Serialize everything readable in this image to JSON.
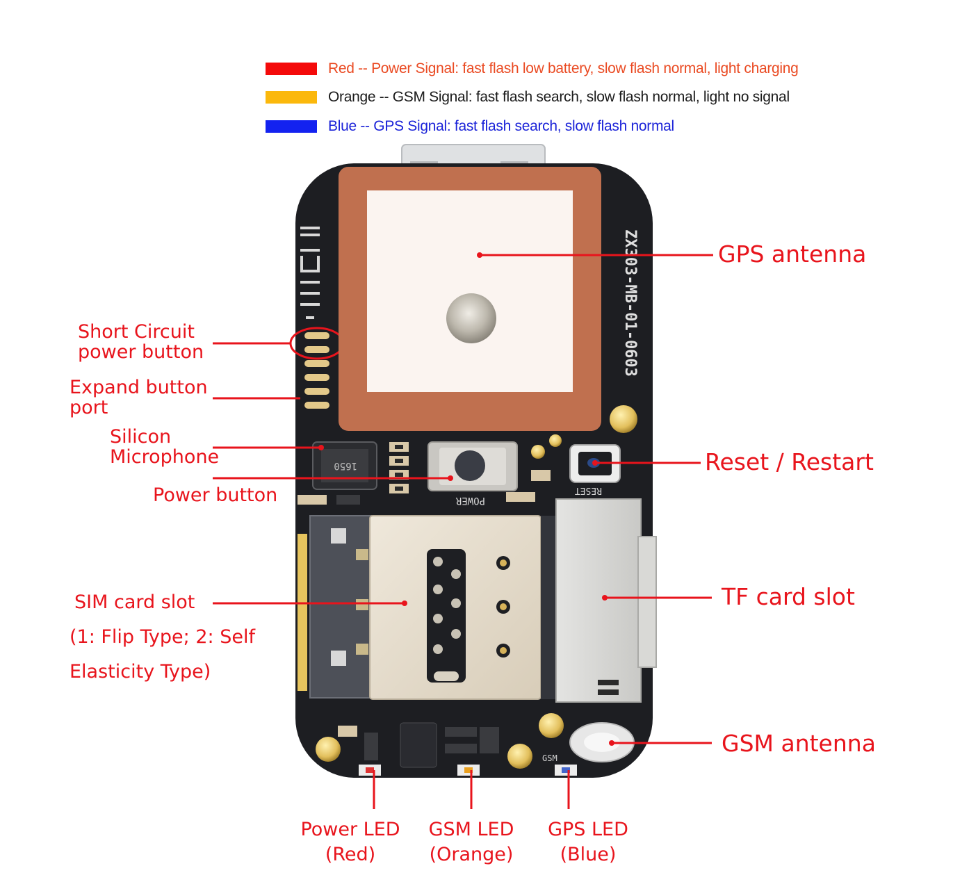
{
  "legend": [
    {
      "text": "Red -- Power Signal: fast flash low battery, slow flash normal, light charging",
      "swatch": "#f40a0a",
      "text_color": "#ea4a22"
    },
    {
      "text": "Orange -- GSM Signal: fast flash search, slow flash normal, light no signal",
      "swatch": "#fbb80c",
      "text_color": "#1a1a1a"
    },
    {
      "text": "Blue -- GPS Signal: fast flash search, slow flash normal",
      "swatch": "#1322f0",
      "text_color": "#1a22d8"
    }
  ],
  "labels": {
    "gps_antenna": "GPS antenna",
    "reset_restart": "Reset / Restart",
    "tf_card_slot": "TF card slot",
    "gsm_antenna": "GSM antenna",
    "short_circuit_1": "Short Circuit",
    "short_circuit_2": "power button",
    "expand_1": "Expand button",
    "expand_2": "port",
    "silicon_1": "Silicon",
    "silicon_2": "Microphone",
    "power_button": "Power button",
    "sim_1": "SIM card slot",
    "sim_2": "(1: Flip Type; 2: Self",
    "sim_3": "Elasticity Type)",
    "power_led_1": "Power LED",
    "power_led_2": "(Red)",
    "gsm_led_1": "GSM LED",
    "gsm_led_2": "(Orange)",
    "gps_led_1": "GPS LED",
    "gps_led_2": "(Blue)"
  },
  "board_markings": {
    "model": "ZX303-MB-01-0603",
    "power": "POWER",
    "reset": "RESET",
    "gsm": "GSM",
    "mic": "1650"
  },
  "colors": {
    "label": "#e8141c",
    "pcb": "#1d1e22",
    "antenna": "#c0704f"
  }
}
